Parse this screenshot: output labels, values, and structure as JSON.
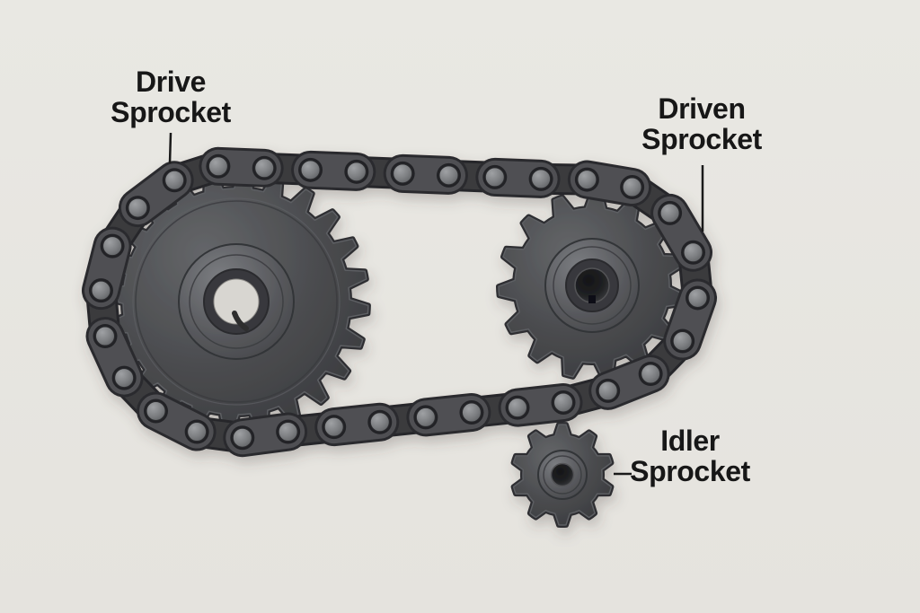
{
  "figure": {
    "type": "labeled-diagram",
    "description": "Roller chain drive with drive, driven and idler sprockets",
    "labels": {
      "drive": {
        "line1": "Drive",
        "line2": "Sprocket"
      },
      "driven": {
        "line1": "Driven",
        "line2": "Sprocket"
      },
      "idler": {
        "line1": "Idler",
        "line2": "Sprocket"
      }
    },
    "colors": {
      "background": "#e9e8e3",
      "metal_dark": "#3a3b3e",
      "metal_mid": "#4f5053",
      "metal_light": "#85878a",
      "pin_face": "#808386",
      "label_text": "#171717",
      "leader_line": "#1a1a1a"
    }
  }
}
